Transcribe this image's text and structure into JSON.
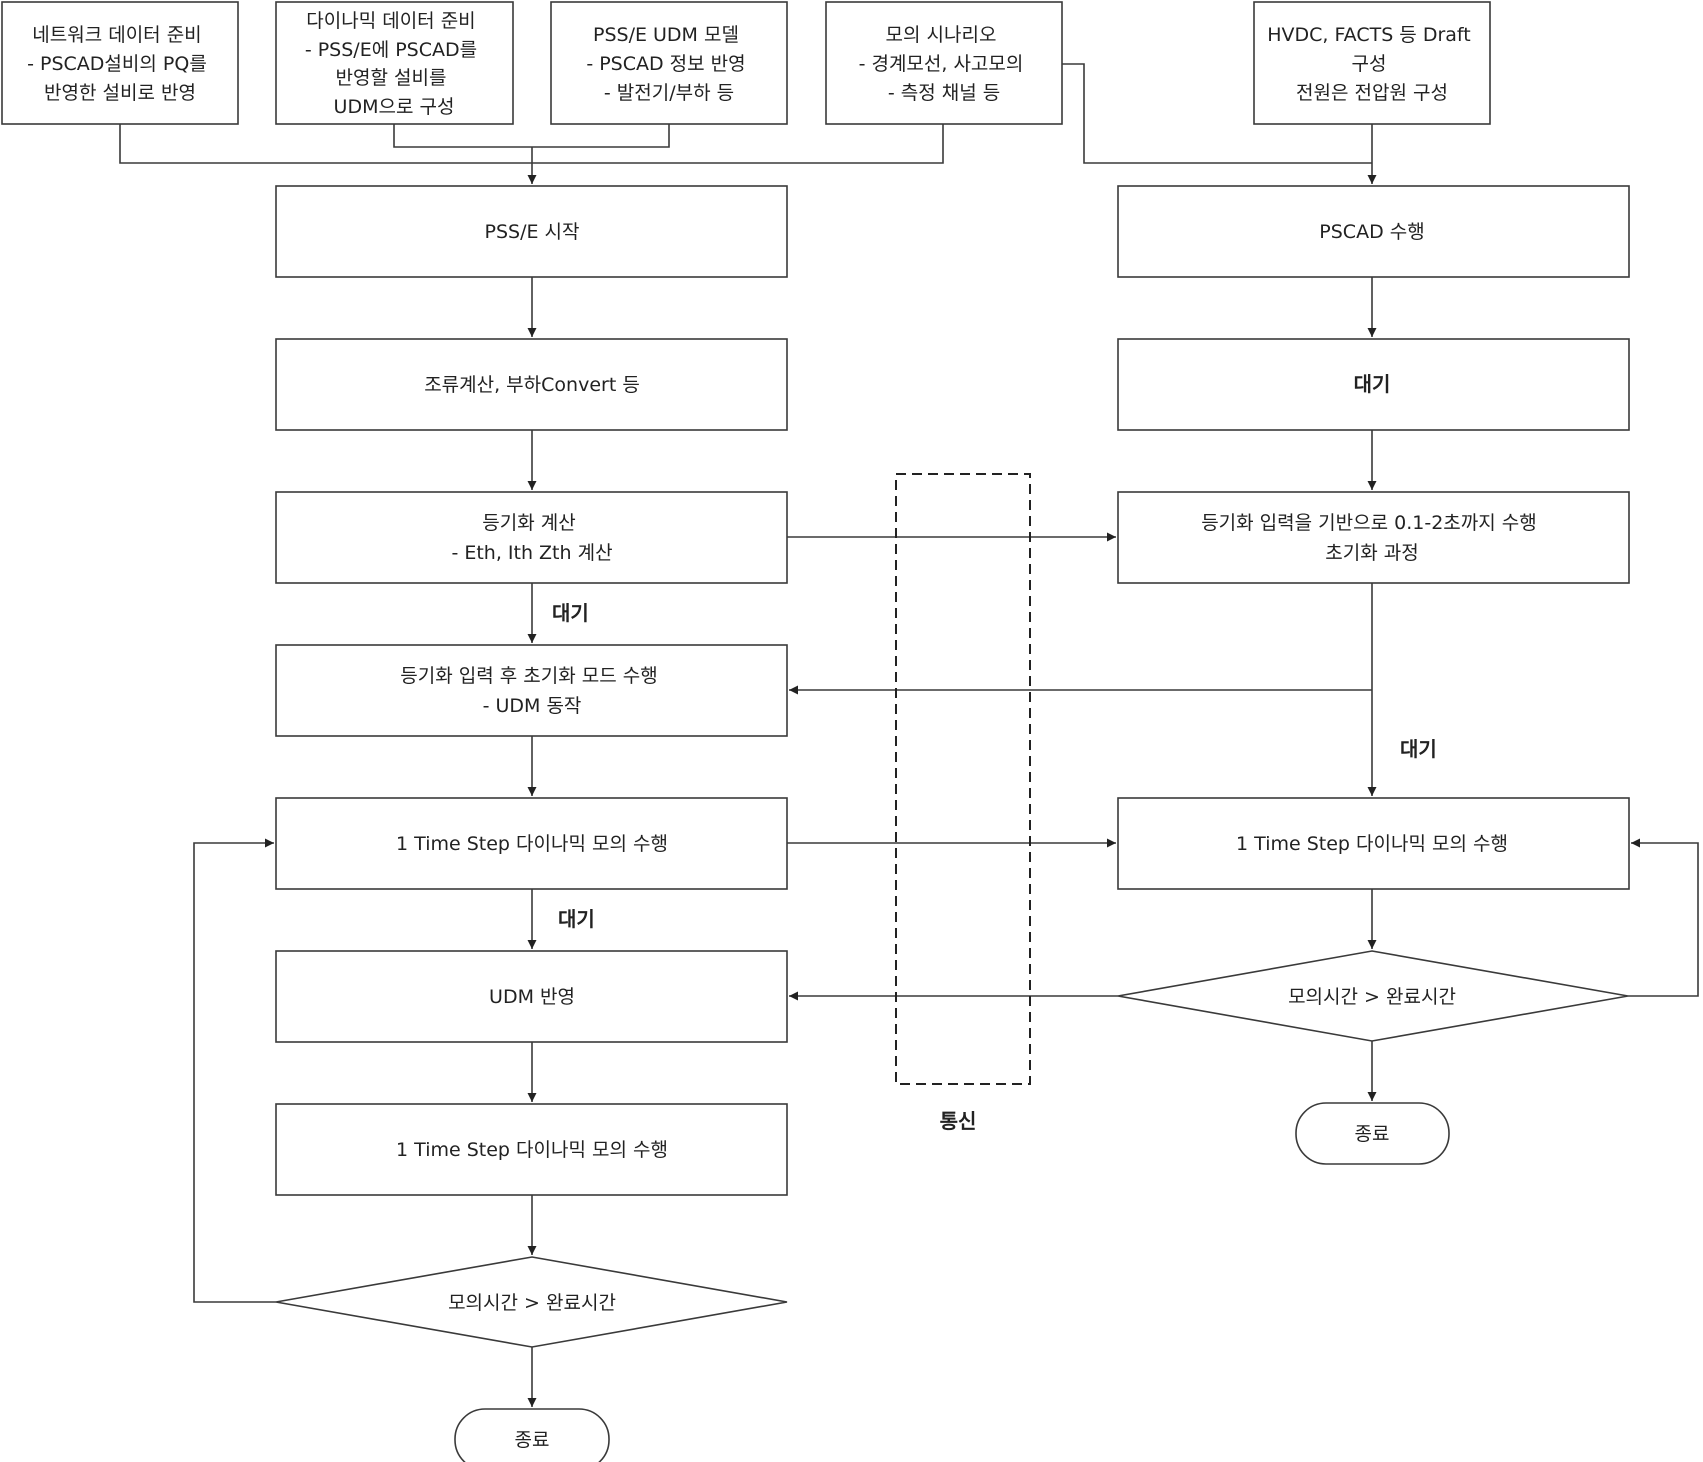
{
  "inputs": {
    "network": [
      "네트워크 데이터 준비",
      "- PSCAD설비의 PQ를",
      "반영한 설비로 반영"
    ],
    "dynamic": [
      "다이나믹 데이터 준비",
      "- PSS/E에 PSCAD를",
      "반영할 설비를",
      "UDM으로 구성"
    ],
    "udm_model": [
      "PSS/E UDM 모델",
      "- PSCAD 정보 반영",
      "- 발전기/부하 등"
    ],
    "scenario": [
      "모의 시나리오",
      "- 경계모선, 사고모의",
      "- 측정 채널 등"
    ],
    "hvdc": [
      "HVDC, FACTS 등 Draft",
      "구성",
      "전원은 전압원 구성"
    ]
  },
  "psse": {
    "start": "PSS/E 시작",
    "loadflow": "조류계산, 부하Convert 등",
    "sync": [
      "등기화 계산",
      "- Eth, Ith Zth 계산"
    ],
    "init": [
      "등기화 입력 후 초기화 모드 수행",
      "- UDM 동작"
    ],
    "step1": "1 Time Step 다이나믹 모의 수행",
    "udm_apply": "UDM 반영",
    "step2": "1 Time Step 다이나믹 모의 수행",
    "decision": "모의시간 > 완료시간",
    "end": "종료"
  },
  "pscad": {
    "run": "PSCAD 수행",
    "wait": "대기",
    "init": [
      "등기화 입력을 기반으로 0.1-2초까지 수행",
      "초기화 과정"
    ],
    "step": "1 Time Step 다이나믹 모의 수행",
    "decision": "모의시간 > 완료시간",
    "end": "종료"
  },
  "labels": {
    "wait1": "대기",
    "wait2": "대기",
    "wait3": "대기",
    "comm": "통신"
  }
}
